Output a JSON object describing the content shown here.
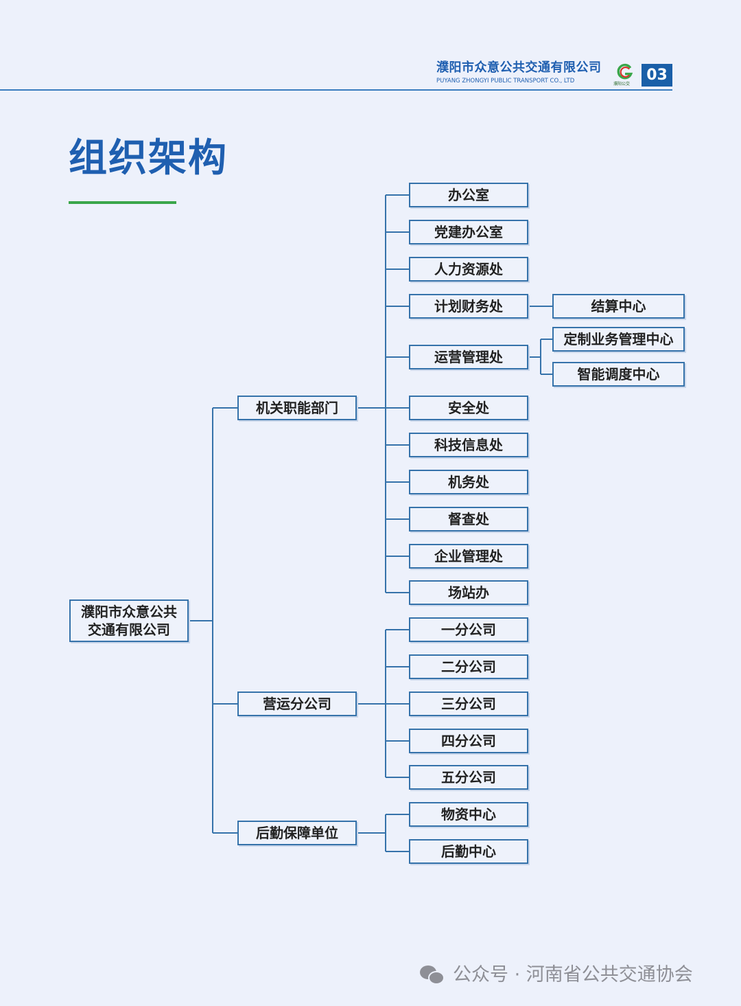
{
  "header": {
    "company_cn": "濮阳市众意公共交通有限公司",
    "company_en": "PUYANG ZHONGYI PUBLIC TRANSPORT CO., LTD",
    "logo_text": "濮阳公交",
    "page_number": "03"
  },
  "title": "组织架构",
  "org": {
    "root": "濮阳市众意公共交通有限公司",
    "departments": [
      {
        "name": "机关职能部门",
        "children": [
          "办公室",
          "党建办公室",
          "人力资源处",
          "计划财务处",
          "运营管理处",
          "安全处",
          "科技信息处",
          "机务处",
          "督查处",
          "企业管理处",
          "场站办"
        ]
      },
      {
        "name": "营运分公司",
        "children": [
          "一分公司",
          "二分公司",
          "三分公司",
          "四分公司",
          "五分公司"
        ]
      },
      {
        "name": "后勤保障单位",
        "children": [
          "物资中心",
          "后勤中心"
        ]
      }
    ],
    "sub": {
      "计划财务处": [
        "结算中心"
      ],
      "运营管理处": [
        "定制业务管理中心",
        "智能调度中心"
      ]
    }
  },
  "footer": {
    "text": "公众号 · 河南省公共交通协会"
  },
  "colors": {
    "primary": "#1f5fb0",
    "accent": "#3aa64a",
    "border": "#3572aa"
  }
}
